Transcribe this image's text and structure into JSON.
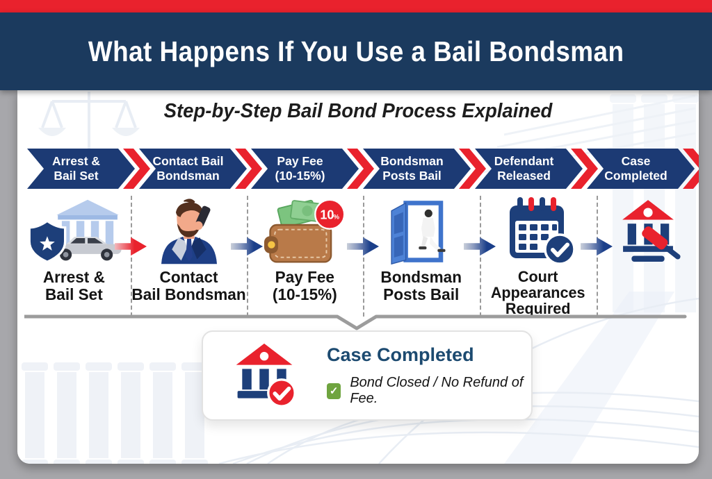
{
  "header": {
    "title": "What Happens If You Use a Bail Bondsman"
  },
  "subtitle": "Step-by-Step Bail Bond Process Explained",
  "banner_steps": [
    {
      "line1": "Arrest &",
      "line2": "Bail Set"
    },
    {
      "line1": "Contact Bail",
      "line2": "Bondsman"
    },
    {
      "line1": "Pay Fee",
      "line2": "(10-15%)"
    },
    {
      "line1": "Bondsman",
      "line2": "Posts Bail"
    },
    {
      "line1": "Defendant",
      "line2": "Released"
    },
    {
      "line1": "Case",
      "line2": "Completed"
    }
  ],
  "process_steps": [
    {
      "icon": "police-badge-courthouse-car",
      "lines": [
        "Arrest &",
        "Bail Set"
      ]
    },
    {
      "icon": "bondsman-on-phone",
      "lines": [
        "Contact",
        "Bail Bondsman"
      ]
    },
    {
      "icon": "wallet-with-cash",
      "lines": [
        "Pay Fee",
        "(10-15%)"
      ],
      "badge_value": "10",
      "badge_unit": "%"
    },
    {
      "icon": "open-door-release",
      "lines": [
        "Bondsman",
        "Posts Bail"
      ]
    },
    {
      "icon": "court-calendar-check",
      "lines": [
        "Court",
        "Appearances",
        "Required"
      ]
    },
    {
      "icon": "courthouse-gavel",
      "lines": []
    }
  ],
  "result_card": {
    "title": "Case Completed",
    "note": "Bond Closed / No Refund of Fee."
  },
  "icons": {
    "check": "✓"
  },
  "colors": {
    "accent_red": "#E9222D",
    "header_navy": "#1B3A5E",
    "chevron_navy": "#1C3A74",
    "icon_navy": "#1D3F7A",
    "title_navy": "#1C4A70",
    "check_green": "#6FA43F",
    "page_gray": "#A7A7AB"
  }
}
